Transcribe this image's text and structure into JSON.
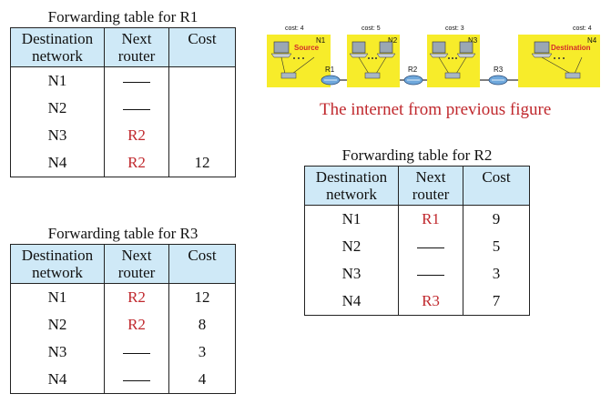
{
  "table_r1": {
    "caption": "Forwarding table for R1",
    "headers": {
      "dest": [
        "Destination",
        "network"
      ],
      "next": [
        "Next",
        "router"
      ],
      "cost": [
        "Cost"
      ]
    },
    "rows": [
      {
        "dest": "N1",
        "next": "",
        "cost": ""
      },
      {
        "dest": "N2",
        "next": "",
        "cost": ""
      },
      {
        "dest": "N3",
        "next": "R2",
        "cost": ""
      },
      {
        "dest": "N4",
        "next": "R2",
        "cost": "12"
      }
    ]
  },
  "table_r2": {
    "caption": "Forwarding table for R2",
    "headers": {
      "dest": [
        "Destination",
        "network"
      ],
      "next": [
        "Next",
        "router"
      ],
      "cost": [
        "Cost"
      ]
    },
    "rows": [
      {
        "dest": "N1",
        "next": "R1",
        "cost": "9"
      },
      {
        "dest": "N2",
        "next": "",
        "cost": "5"
      },
      {
        "dest": "N3",
        "next": "",
        "cost": "3"
      },
      {
        "dest": "N4",
        "next": "R3",
        "cost": "7"
      }
    ]
  },
  "table_r3": {
    "caption": "Forwarding table for R3",
    "headers": {
      "dest": [
        "Destination",
        "network"
      ],
      "next": [
        "Next",
        "router"
      ],
      "cost": [
        "Cost"
      ]
    },
    "rows": [
      {
        "dest": "N1",
        "next": "R2",
        "cost": "12"
      },
      {
        "dest": "N2",
        "next": "R2",
        "cost": "8"
      },
      {
        "dest": "N3",
        "next": "",
        "cost": "3"
      },
      {
        "dest": "N4",
        "next": "",
        "cost": "4"
      }
    ]
  },
  "network": {
    "caption": "The internet from previous figure",
    "networks": [
      {
        "name": "N1",
        "cost": "cost: 4",
        "tag": "Source"
      },
      {
        "name": "N2",
        "cost": "cost: 5",
        "tag": ""
      },
      {
        "name": "N3",
        "cost": "cost: 3",
        "tag": ""
      },
      {
        "name": "N4",
        "cost": "cost: 4",
        "tag": "Destination"
      }
    ],
    "routers": [
      "R1",
      "R2",
      "R3"
    ]
  }
}
